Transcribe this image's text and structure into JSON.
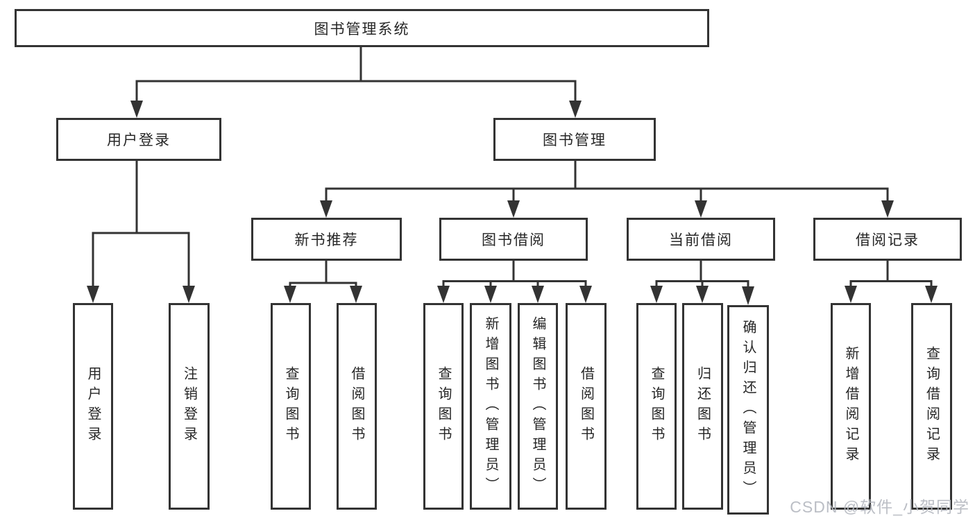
{
  "nodes": {
    "root": "图书管理系统",
    "user_login": "用户登录",
    "book_mgmt": "图书管理",
    "new_books": "新书推荐",
    "book_borrow": "图书借阅",
    "current_borrow": "当前借阅",
    "borrow_records": "借阅记录",
    "ul_login": "用户登录",
    "ul_logout": "注销登录",
    "nb_query": "查询图书",
    "nb_borrow": "借阅图书",
    "bb_query": "查询图书",
    "bb_add": "新增图书（管理员）",
    "bb_edit": "编辑图书（管理员）",
    "bb_borrow": "借阅图书",
    "cb_query": "查询图书",
    "cb_return": "归还图书",
    "cb_confirm": "确认归还（管理员）",
    "br_add": "新增借阅记录",
    "br_query": "查询借阅记录"
  },
  "watermark": "CSDN @软件_小贺同学",
  "colors": {
    "line": "#333333",
    "text": "#262626",
    "watermark": "#b4b8bf",
    "background": "#ffffff"
  }
}
